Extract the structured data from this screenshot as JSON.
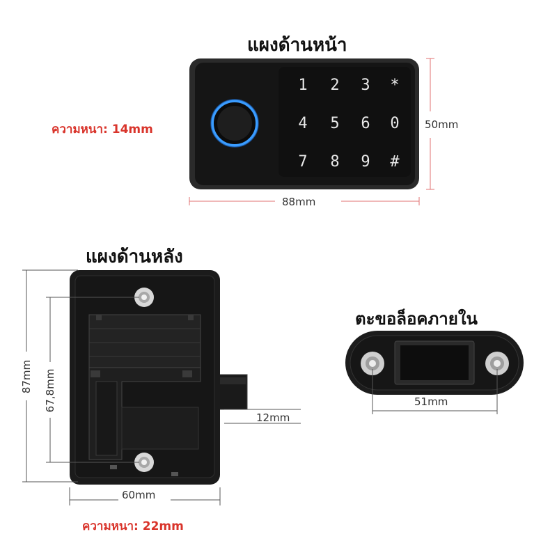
{
  "front": {
    "title": "แผงด้านหน้า",
    "thickness": "ความหนา: 14mm",
    "width": "88mm",
    "height": "50mm",
    "keys": [
      "1",
      "2",
      "3",
      "*",
      "4",
      "5",
      "6",
      "0",
      "7",
      "8",
      "9",
      "#"
    ]
  },
  "back": {
    "title": "แผงด้านหลัง",
    "thickness": "ความหนา: 22mm",
    "width": "60mm",
    "height": "87mm",
    "hole_spacing": "67,8mm",
    "bolt": "12mm"
  },
  "strike": {
    "title": "ตะขอล็อคภายใน",
    "hole_spacing": "51mm"
  },
  "colors": {
    "dim_red": "#d9342b",
    "panel": "#141414",
    "ring": "#2f8fff"
  }
}
